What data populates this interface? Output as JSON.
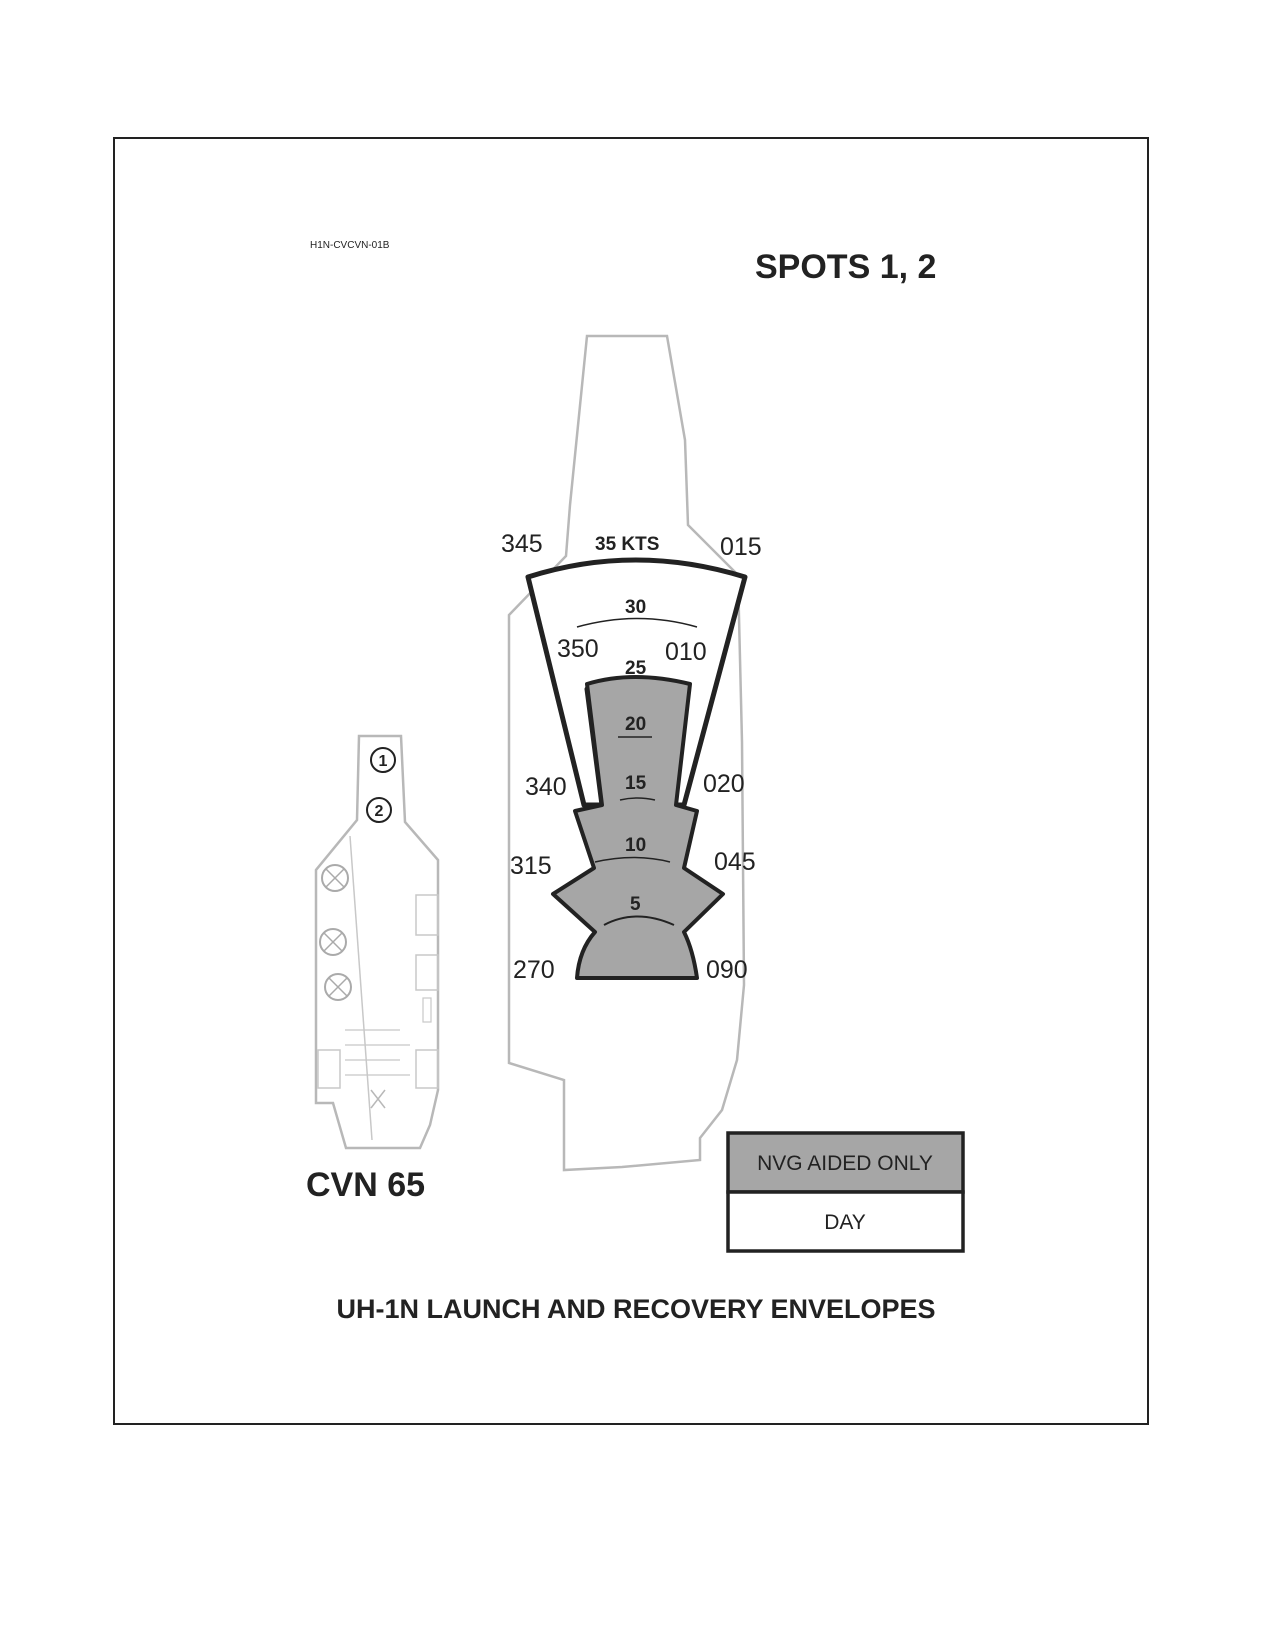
{
  "figure_code": "H1N-CVCVN-01B",
  "spots_title": "SPOTS 1, 2",
  "ship_label": "CVN 65",
  "caption": "UH-1N LAUNCH AND RECOVERY ENVELOPES",
  "spot_markers": [
    "1",
    "2"
  ],
  "headings": {
    "h345": "345",
    "h015": "015",
    "h350": "350",
    "h010": "010",
    "h340": "340",
    "h020": "020",
    "h315": "315",
    "h045": "045",
    "h270": "270",
    "h090": "090"
  },
  "wind_speeds": {
    "k35": "35 KTS",
    "k30": "30",
    "k25": "25",
    "k20": "20",
    "k15": "15",
    "k10": "10",
    "k5": "5"
  },
  "legend": {
    "nvg_label": "NVG AIDED ONLY",
    "day_label": "DAY",
    "nvg_color": "#a6a6a6",
    "day_color": "#ffffff"
  },
  "colors": {
    "ship_outline": "#b8b8b8",
    "envelope_stroke": "#222222",
    "nvg_fill": "#a6a6a6"
  }
}
